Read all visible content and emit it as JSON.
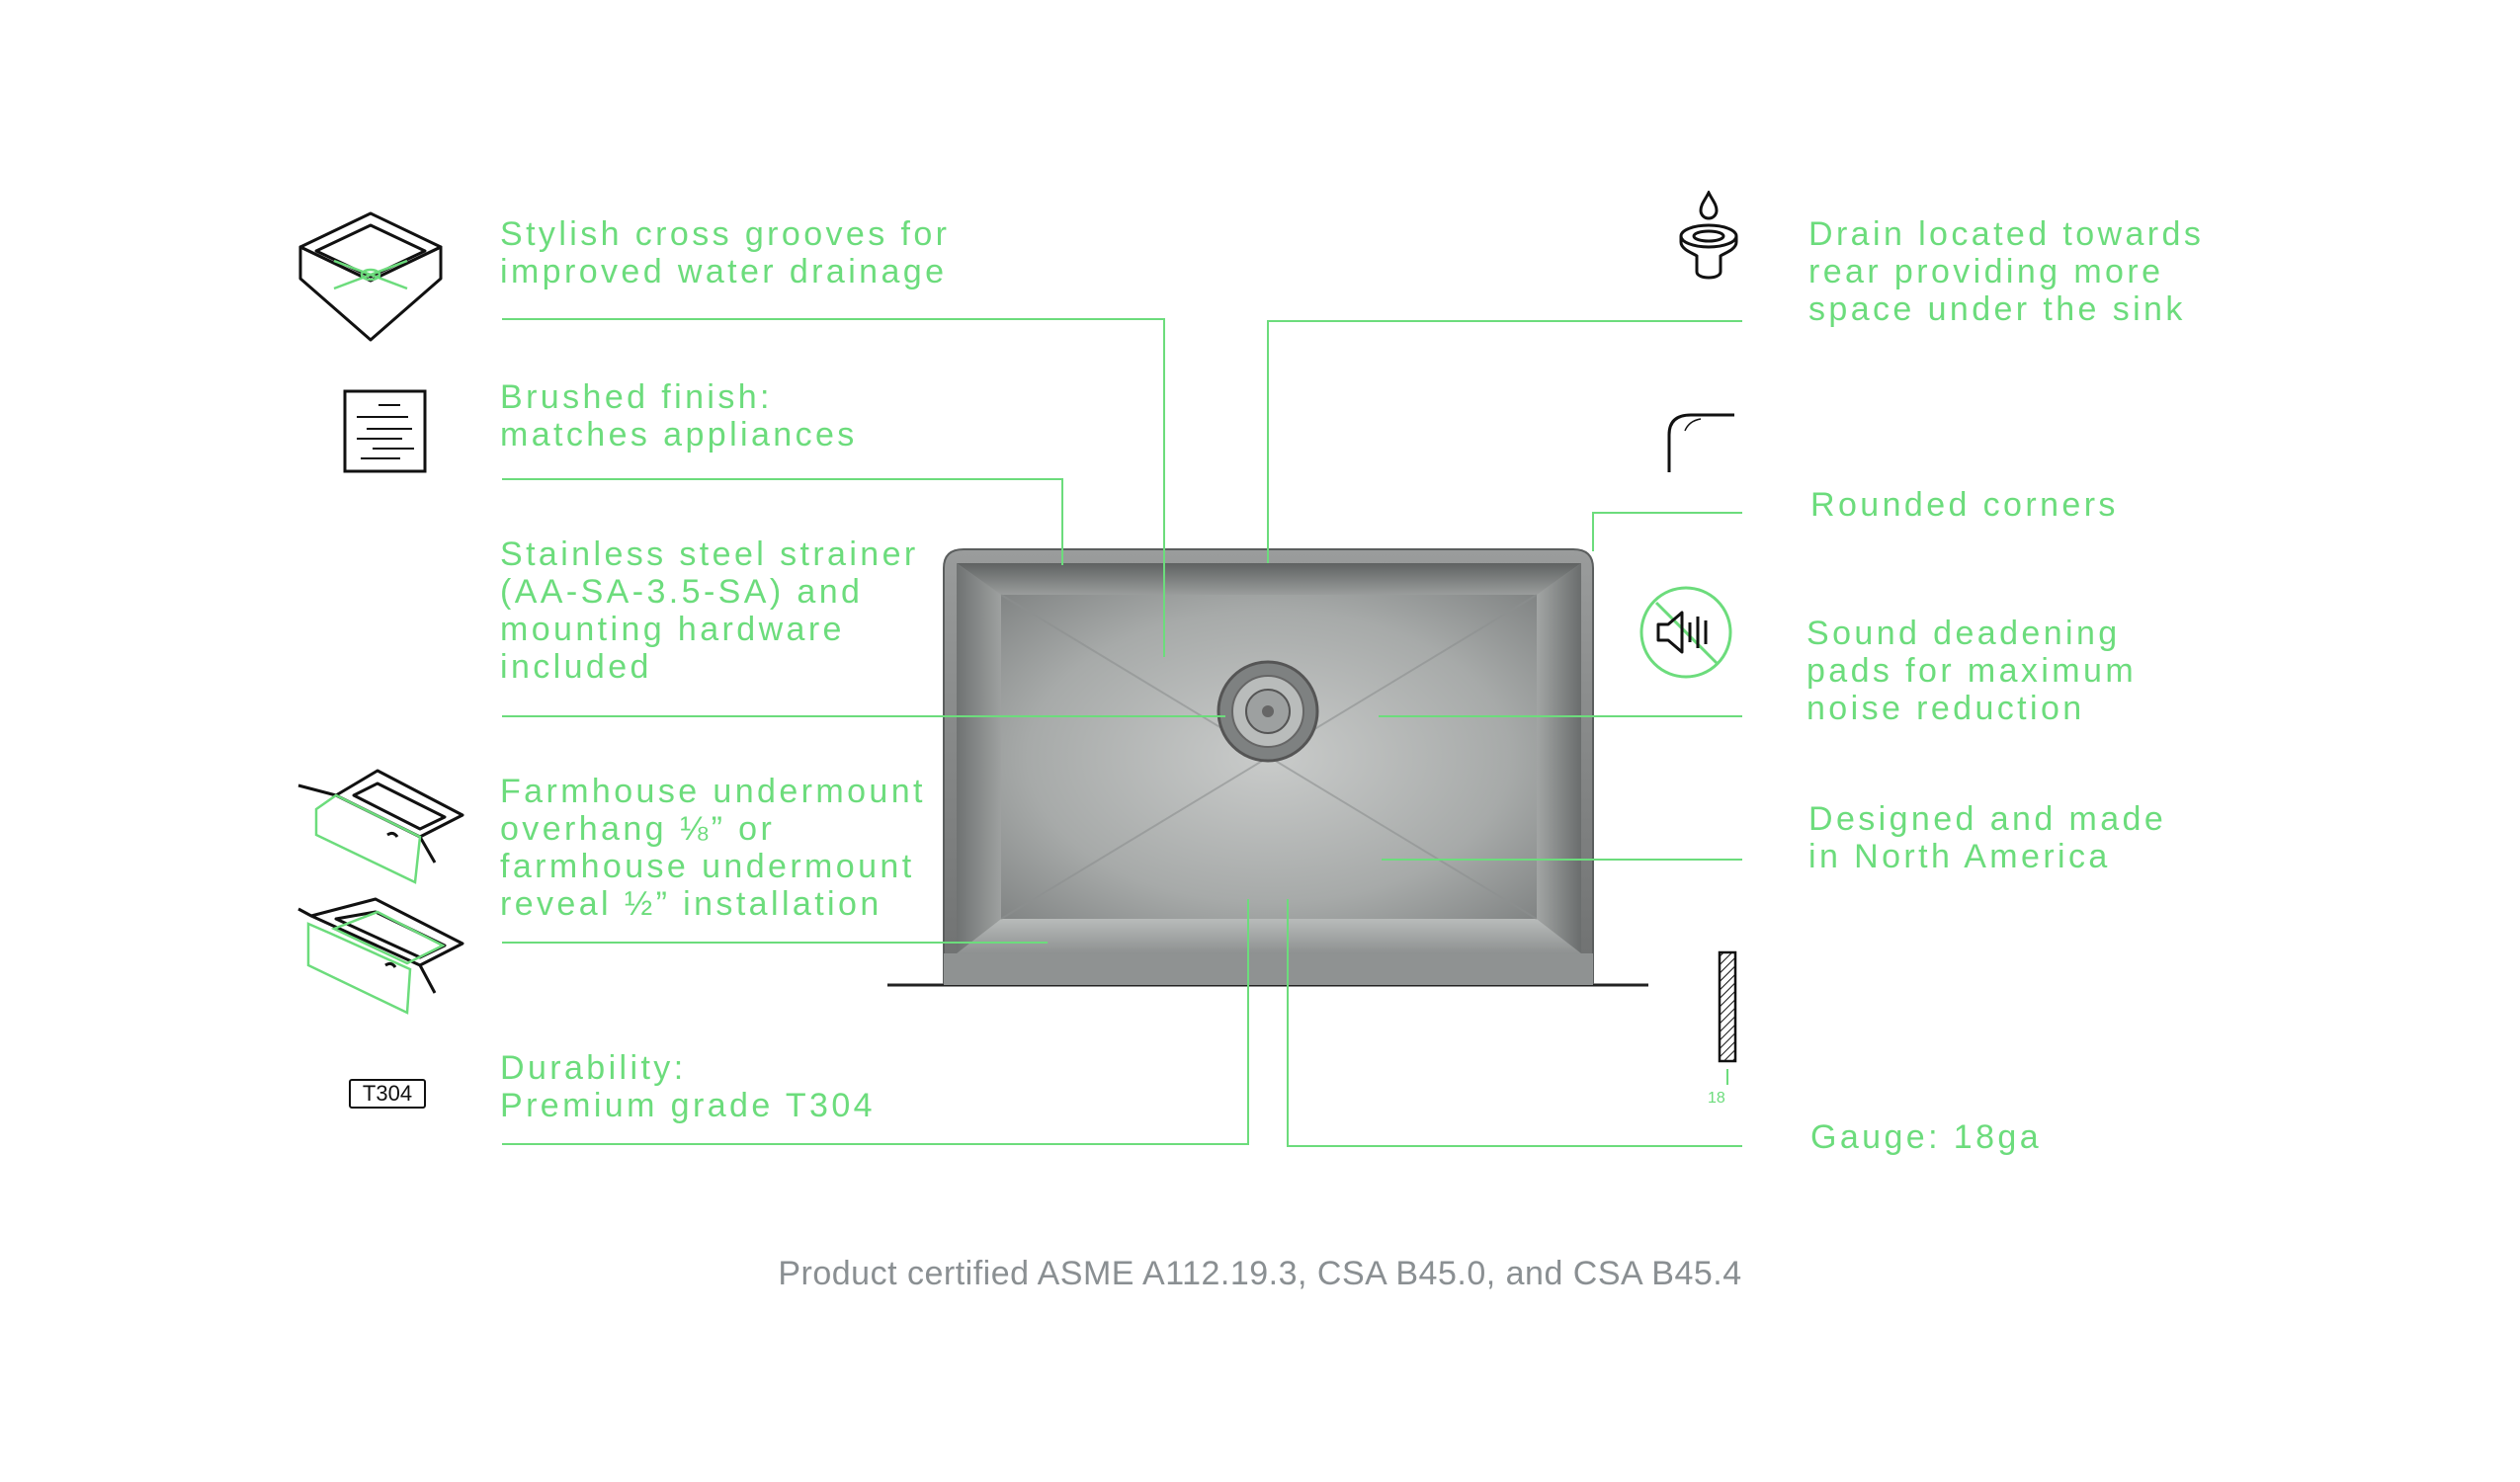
{
  "features": {
    "grooves": "Stylish cross grooves for\nimproved water drainage",
    "brushed": "Brushed finish:\nmatches appliances",
    "strainer": "Stainless steel strainer\n(AA-SA-3.5-SA) and\nmounting hardware\nincluded",
    "farmhouse": "Farmhouse undermount\noverhang ⅛” or\nfarmhouse undermount\nreveal ½” installation",
    "durability": "Durability:\nPremium grade T304",
    "drain": "Drain located towards\nrear providing more\nspace under the sink",
    "corners": "Rounded corners",
    "sound": "Sound deadening\npads for maximum\nnoise reduction",
    "made": "Designed and made\nin North America",
    "gauge": "Gauge: 18ga"
  },
  "icons": {
    "t304_label": "T304",
    "gauge_number": "18"
  },
  "footer": "Product certified ASME A112.19.3, CSA B45.0, and CSA B45.4",
  "colors": {
    "accent": "#6cdc7c",
    "footer": "#8a8f92",
    "icon": "#111111"
  }
}
